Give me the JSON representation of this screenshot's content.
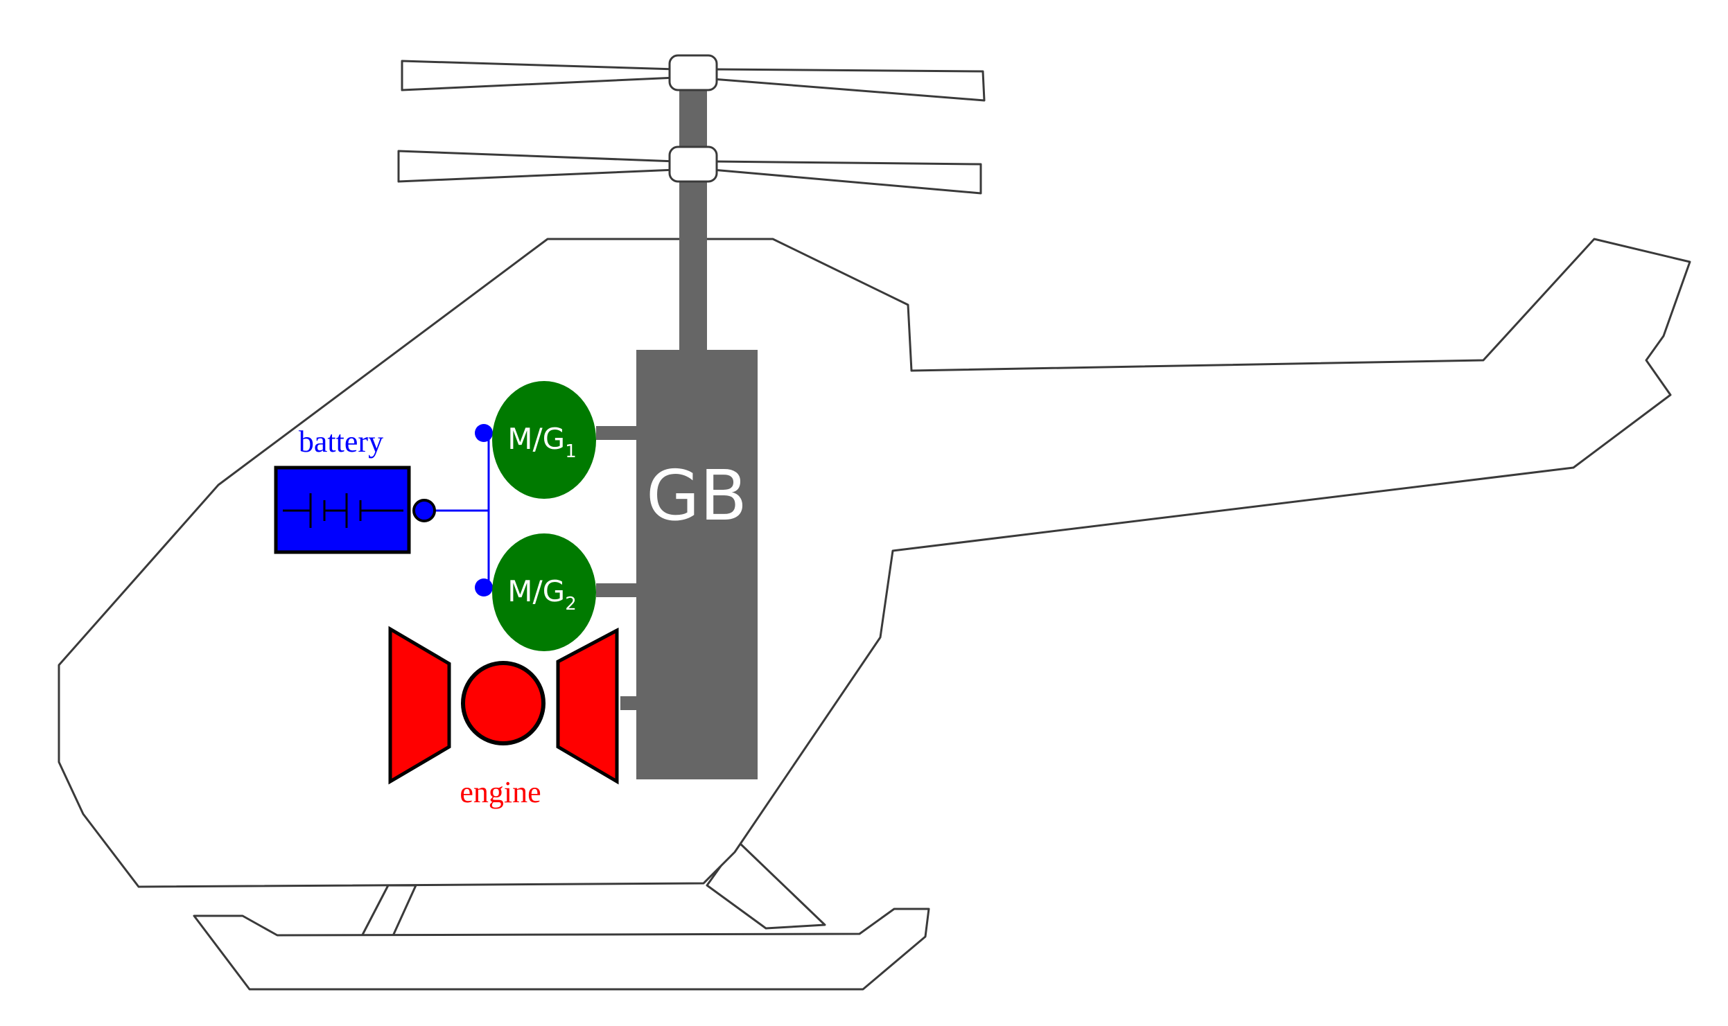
{
  "labels": {
    "battery": "battery",
    "engine": "engine",
    "gearbox": "GB",
    "mg1_main": "M/G",
    "mg1_sub": "1",
    "mg2_main": "M/G",
    "mg2_sub": "2"
  },
  "colors": {
    "outline": "#3a3a3a",
    "shaft_gray": "#666666",
    "battery_blue": "#0000ff",
    "wire_blue": "#0000ff",
    "mg_green": "#007a00",
    "engine_red": "#ff0000",
    "engine_label_red": "#ff0000",
    "gb_text": "#ffffff",
    "mg_text": "#ffffff"
  }
}
